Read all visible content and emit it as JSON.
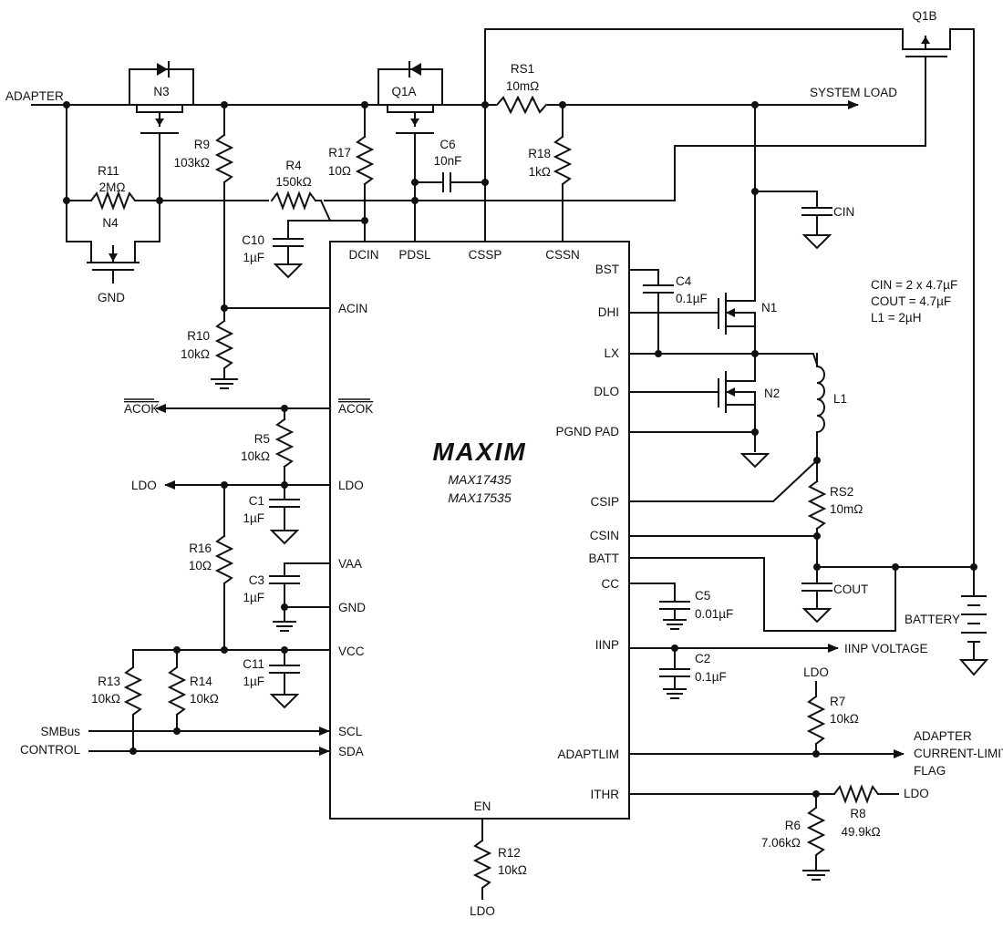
{
  "chip": {
    "brand": "MAXIM",
    "part1": "MAX17435",
    "part2": "MAX17535",
    "pins_top": [
      "DCIN",
      "PDSL",
      "CSSP",
      "CSSN"
    ],
    "pins_left": [
      "ACIN",
      "ACOK",
      "LDO",
      "VAA",
      "GND",
      "VCC",
      "SCL",
      "SDA"
    ],
    "pins_right": [
      "BST",
      "DHI",
      "LX",
      "DLO",
      "PGND PAD",
      "CSIP",
      "CSIN",
      "BATT",
      "CC",
      "IINP",
      "ADAPTLIM",
      "ITHR"
    ],
    "pin_bottom": "EN"
  },
  "nets": {
    "adapter": "ADAPTER",
    "system_load": "SYSTEM LOAD",
    "acok_out": "ACOK",
    "ldo_out": "LDO",
    "smbus1": "SMBus",
    "smbus2": "CONTROL",
    "iinp_voltage": "IINP VOLTAGE",
    "flag1": "ADAPTER",
    "flag2": "CURRENT-LIMIT",
    "flag3": "FLAG",
    "battery": "BATTERY",
    "gnd": "GND",
    "ldo_r7": "LDO",
    "ldo_r8": "LDO",
    "ldo_r12": "LDO"
  },
  "components": {
    "N3": "N3",
    "Q1A": "Q1A",
    "Q1B": "Q1B",
    "N4": "N4",
    "N1": "N1",
    "N2": "N2",
    "RS1_name": "RS1",
    "RS1_val": "10mΩ",
    "R9_name": "R9",
    "R9_val": "103kΩ",
    "R11_name": "R11",
    "R11_val": "2MΩ",
    "R4_name": "R4",
    "R4_val": "150kΩ",
    "R17_name": "R17",
    "R17_val": "10Ω",
    "C6_name": "C6",
    "C6_val": "10nF",
    "R18_name": "R18",
    "R18_val": "1kΩ",
    "C10_name": "C10",
    "C10_val": "1µF",
    "CIN_name": "CIN",
    "R10_name": "R10",
    "R10_val": "10kΩ",
    "C4_name": "C4",
    "C4_val": "0.1µF",
    "R5_name": "R5",
    "R5_val": "10kΩ",
    "C1_name": "C1",
    "C1_val": "1µF",
    "R16_name": "R16",
    "R16_val": "10Ω",
    "C3_name": "C3",
    "C3_val": "1µF",
    "C11_name": "C11",
    "C11_val": "1µF",
    "R13_name": "R13",
    "R13_val": "10kΩ",
    "R14_name": "R14",
    "R14_val": "10kΩ",
    "L1_name": "L1",
    "RS2_name": "RS2",
    "RS2_val": "10mΩ",
    "COUT_name": "COUT",
    "C5_name": "C5",
    "C5_val": "0.01µF",
    "C2_name": "C2",
    "C2_val": "0.1µF",
    "R7_name": "R7",
    "R7_val": "10kΩ",
    "R6_name": "R6",
    "R6_val": "7.06kΩ",
    "R8_name": "R8",
    "R8_val": "49.9kΩ",
    "R12_name": "R12",
    "R12_val": "10kΩ"
  },
  "notes": {
    "line1": "CIN = 2 x 4.7µF",
    "line2": "COUT = 4.7µF",
    "line3": "L1 = 2µH"
  }
}
